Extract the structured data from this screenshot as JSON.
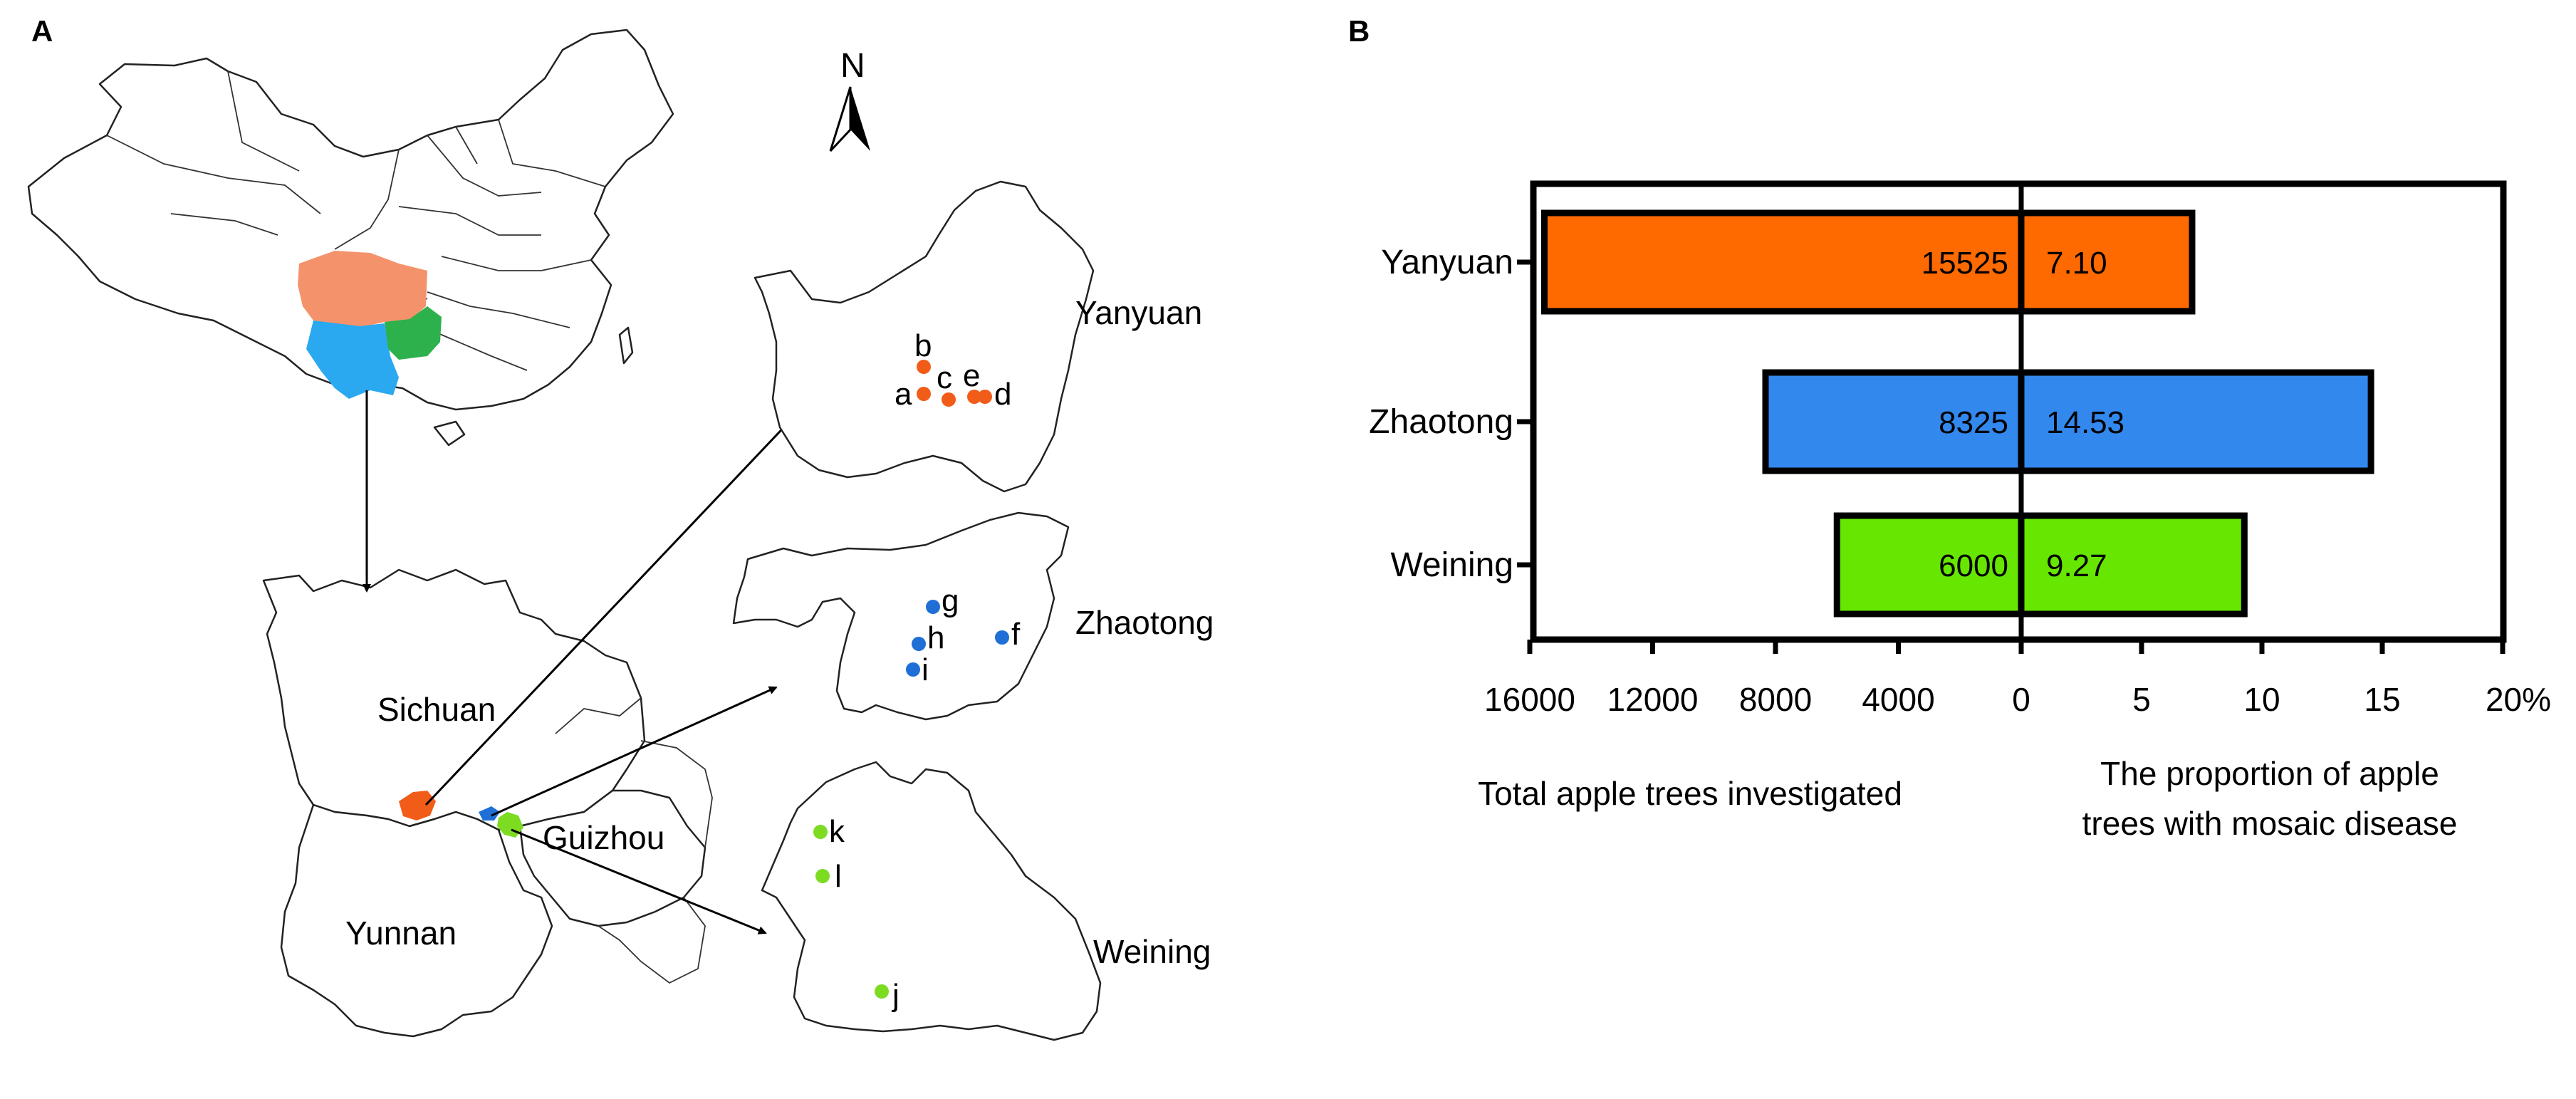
{
  "panels": {
    "map": "A",
    "chart": "B"
  },
  "map": {
    "north": "N",
    "provinces": [
      "Sichuan",
      "Yunnan",
      "Guizhou"
    ],
    "regions": [
      "Yanyuan",
      "Zhaotong",
      "Weining"
    ],
    "sites": {
      "yanyuan": [
        "a",
        "b",
        "c",
        "d",
        "e"
      ],
      "zhaotong": [
        "f",
        "g",
        "h",
        "i"
      ],
      "weining": [
        "j",
        "k",
        "l"
      ]
    },
    "colors": {
      "sichuan": "#F4936B",
      "yunnan": "#2AA8F0",
      "guizhou": "#2DB14D",
      "yanyuan": "#F25C19",
      "zhaotong": "#1F6FD6",
      "weining": "#7DDB22"
    }
  },
  "chart_data": {
    "type": "bar",
    "layout": "butterfly",
    "categories": [
      "Yanyuan",
      "Zhaotong",
      "Weining"
    ],
    "series": [
      {
        "values": [
          15525,
          8325,
          6000
        ],
        "labels": [
          "15525",
          "8325",
          "6000"
        ]
      },
      {
        "values": [
          7.1,
          14.53,
          9.27
        ],
        "labels": [
          "7.10",
          "14.53",
          "9.27"
        ]
      }
    ],
    "colors": [
      "#FF6A00",
      "#3388EE",
      "#66E600"
    ],
    "left_axis": {
      "label": "Total apple trees investigated",
      "ticks": [
        "16000",
        "12000",
        "8000",
        "4000"
      ],
      "range": [
        16000,
        0
      ]
    },
    "right_axis": {
      "label": "The proportion of apple trees with mosaic disease",
      "label_lines": [
        "The proportion of apple",
        "trees with mosaic disease"
      ],
      "ticks": [
        "0",
        "5",
        "10",
        "15",
        "20%"
      ],
      "range": [
        0,
        20
      ]
    }
  }
}
